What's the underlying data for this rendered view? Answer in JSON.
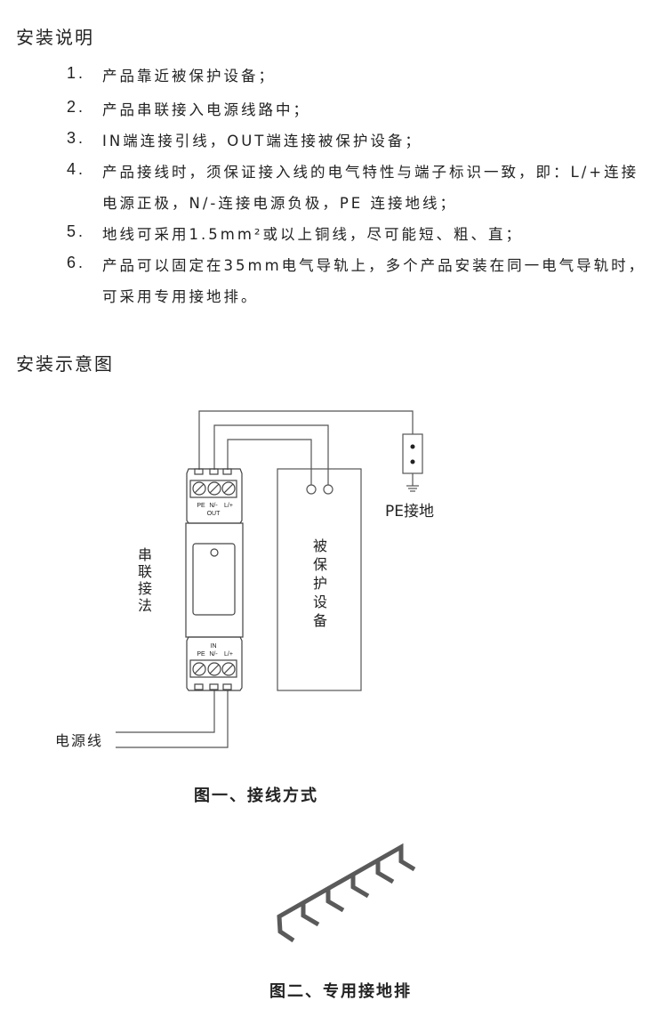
{
  "install_notes": {
    "title": "安装说明",
    "items": [
      {
        "num": "1.",
        "lines": [
          "产品靠近被保护设备；"
        ]
      },
      {
        "num": "2.",
        "lines": [
          "产品串联接入电源线路中；"
        ]
      },
      {
        "num": "3.",
        "lines": [
          "IN端连接引线，OUT端连接被保护设备；"
        ]
      },
      {
        "num": "4.",
        "lines": [
          "产品接线时，须保证接入线的电气特性与端子标识一致，即：L/+连接",
          "电源正极，N/-连接电源负极，PE 连接地线；"
        ]
      },
      {
        "num": "5.",
        "lines": [
          "地线可采用1.5mm²或以上铜线，尽可能短、粗、直；"
        ]
      },
      {
        "num": "6.",
        "lines": [
          "产品可以固定在35mm电气导轨上，多个产品安装在同一电气导轨时，",
          "可采用专用接地排。"
        ]
      }
    ]
  },
  "diagram": {
    "title": "安装示意图",
    "out_terminals": [
      "PE",
      "N/-",
      "L/+"
    ],
    "out_label": "OUT",
    "in_label": "IN",
    "in_terminals": [
      "PE",
      "N/-",
      "L/+"
    ],
    "series_label": [
      "串",
      "联",
      "接",
      "法"
    ],
    "equipment_label": [
      "被",
      "保",
      "护",
      "设",
      "备"
    ],
    "pe_label": "PE接地",
    "power_label": "电源线",
    "caption1": "图一、接线方式",
    "caption2": "图二、专用接地排"
  }
}
